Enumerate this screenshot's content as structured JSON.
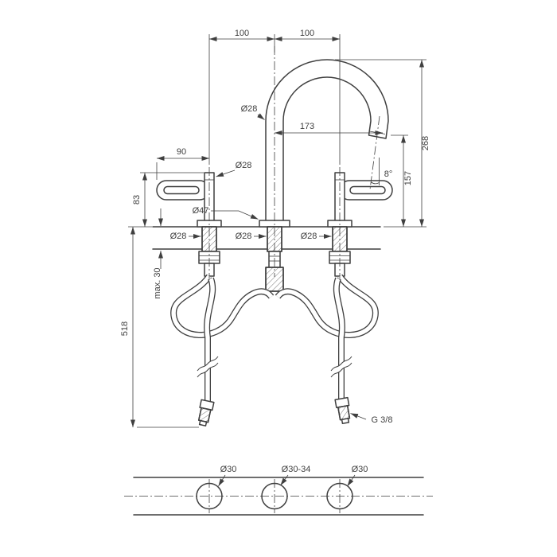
{
  "colors": {
    "line": "#3f3f3f",
    "background": "#ffffff"
  },
  "front_view": {
    "dim_spacing_left": "100",
    "dim_spacing_right": "100",
    "dim_total_height": "268",
    "dim_outlet_height": "157",
    "dim_spout_reach": "173",
    "spout_diameter": "Ø28",
    "outlet_angle": "8°",
    "dim_handle_length": "90",
    "handle_diameter": "Ø28",
    "dim_handle_height": "83",
    "rosette_diameter": "Ø47",
    "deck_diameter_left": "Ø28",
    "deck_diameter_center": "Ø28",
    "deck_diameter_right": "Ø28",
    "max_counter_thickness": "max. 30",
    "dim_hose_length": "518",
    "connection_thread": "G 3/8"
  },
  "hole_view": {
    "hole_left": "Ø30",
    "hole_center": "Ø30-34",
    "hole_right": "Ø30"
  }
}
